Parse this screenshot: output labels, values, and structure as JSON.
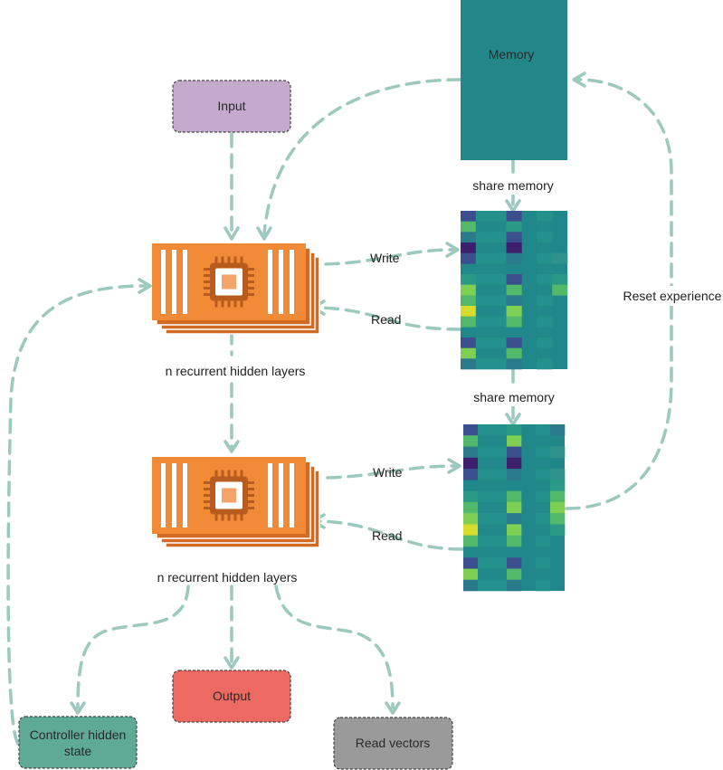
{
  "nodes": {
    "input": "Input",
    "memory": "Memory",
    "output": "Output",
    "controller_state": [
      "Controller hidden",
      "state"
    ],
    "read_vectors": "Read vectors"
  },
  "layer_labels": {
    "top": "n recurrent hidden layers",
    "bottom": "n recurrent hidden layers"
  },
  "edge_labels": {
    "share_memory_1": "share memory",
    "share_memory_2": "share memory",
    "write_1": "Write",
    "read_1": "Read",
    "write_2": "Write",
    "read_2": "Read",
    "reset": "Reset experience"
  },
  "colors": {
    "input": "#c4a9cd",
    "memory": "#23878a",
    "output": "#ec6a61",
    "controller_state": "#5faa94",
    "read_vectors": "#9a9a9a",
    "chip": "#f08a36",
    "chip_shadow": "#d26a24",
    "chip_core": "#b85b1f",
    "edge": "#9cc9bd",
    "heat_base": "#20888a"
  },
  "icons": {
    "controller": "processor-chip-icon"
  }
}
